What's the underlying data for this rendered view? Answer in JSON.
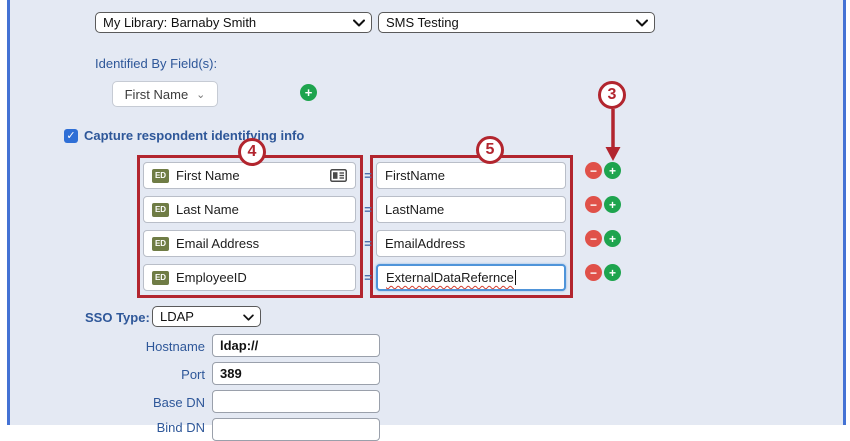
{
  "colors": {
    "background": "#e4e9f3",
    "side_line_blue": "#4472d4",
    "label_blue": "#2e5799",
    "annotation_red": "#b2252e",
    "minus_red": "#e05149",
    "plus_green": "#1ea44e",
    "ed_badge_green": "#6f7c45",
    "focus_blue": "#4f94d9"
  },
  "top_dropdowns": {
    "library": "My Library: Barnaby Smith",
    "message": "SMS Testing"
  },
  "identified_by": {
    "label": "Identified By Field(s):",
    "selected_field": "First Name"
  },
  "capture": {
    "label": "Capture respondent identifying info",
    "checked": true,
    "checkmark": "✓"
  },
  "mapping": {
    "equals": "=",
    "badge": "ED",
    "minus_glyph": "−",
    "plus_glyph": "+",
    "rows": [
      {
        "field": "First Name",
        "value": "FirstName"
      },
      {
        "field": "Last Name",
        "value": "LastName"
      },
      {
        "field": "Email Address",
        "value": "EmailAddress"
      },
      {
        "field": "EmployeeID",
        "value": "ExternalDataRefernce"
      }
    ]
  },
  "annotations": {
    "three": "3",
    "four": "4",
    "five": "5"
  },
  "sso": {
    "type_label": "SSO Type:",
    "type_value": "LDAP",
    "fields": [
      {
        "label": "Hostname",
        "value": "ldap://"
      },
      {
        "label": "Port",
        "value": "389"
      },
      {
        "label": "Base DN",
        "value": ""
      },
      {
        "label": "Bind DN",
        "value": ""
      }
    ]
  }
}
